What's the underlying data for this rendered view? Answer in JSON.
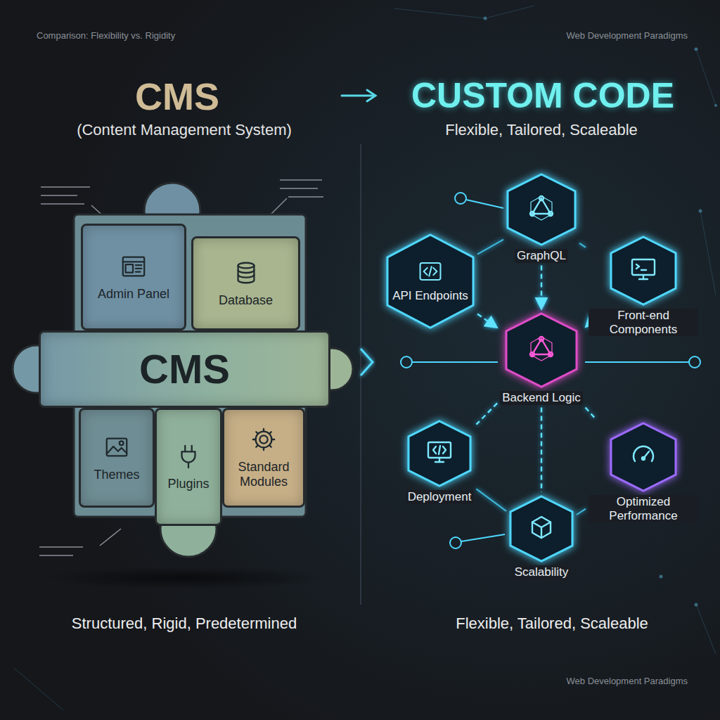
{
  "diagram": {
    "nodes": [
      {
        "text": [
          "Admin Panel"
        ]
      },
      {
        "text": [
          "Database"
        ]
      },
      {
        "text": [
          "CMS"
        ]
      },
      {
        "text": [
          "Themes"
        ]
      },
      {
        "text": [
          "Plugins"
        ]
      },
      {
        "text": [
          "Standard Modules"
        ]
      },
      {
        "text": [
          "GraphQL"
        ]
      },
      {
        "text": [
          "API Endpoints"
        ]
      },
      {
        "text": [
          "Front-end Components"
        ]
      },
      {
        "text": [
          "Backend Logic"
        ]
      },
      {
        "text": [
          "Deployment"
        ]
      },
      {
        "text": [
          "Optimized Performance"
        ]
      },
      {
        "text": [
          "Scalability"
        ]
      }
    ],
    "edges": [
      {
        "from": 7,
        "to": 9,
        "arrow": "to"
      },
      {
        "from": 6,
        "to": 9,
        "arrow": "to"
      },
      {
        "from": 8,
        "to": 9,
        "arrow": "to"
      },
      {
        "from": 9,
        "to": 10,
        "arrow": "none"
      },
      {
        "from": 9,
        "to": 11,
        "arrow": "none"
      },
      {
        "from": 9,
        "to": 12,
        "arrow": "none"
      },
      {
        "from": 7,
        "to": 6,
        "arrow": "none"
      },
      {
        "from": 6,
        "to": 8,
        "arrow": "none"
      },
      {
        "from": 10,
        "to": 12,
        "arrow": "none"
      },
      {
        "from": 11,
        "to": 12,
        "arrow": "none"
      }
    ],
    "labels": [
      "Comparison: Flexibility vs. Rigidity",
      "Web Development Paradigms",
      "CMS",
      "(Content Management System)",
      "CUSTOM CODE",
      "Flexible, Tailored, Scaleable",
      "Structured, Rigid, Predetermined",
      "Flexible, Tailored, Scaleable",
      "Web Development Paradigms"
    ]
  }
}
